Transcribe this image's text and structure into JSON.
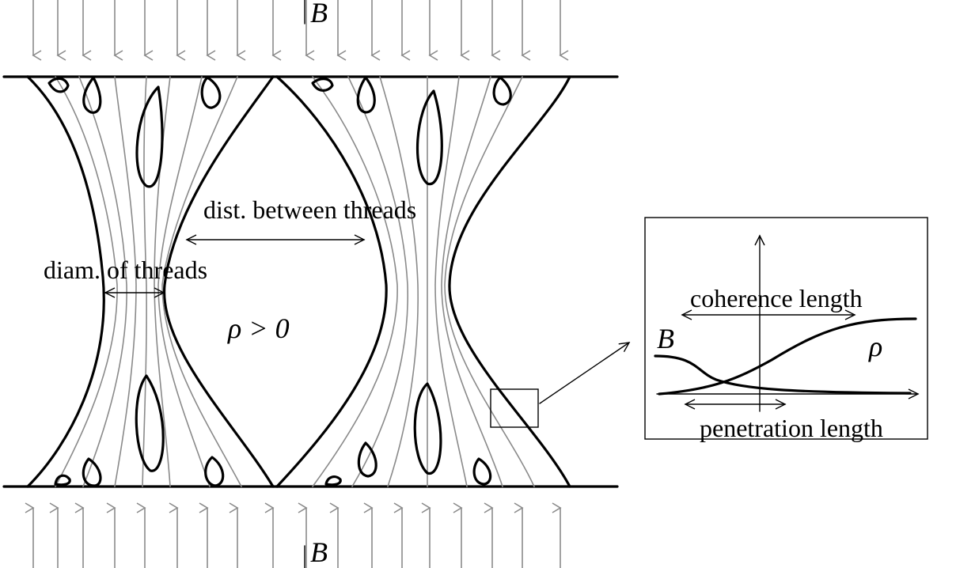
{
  "labels": {
    "b_top": "B",
    "b_bottom": "B",
    "dist_between": "dist. between threads",
    "diam_threads": "diam. of threads",
    "rho_positive": "ρ > 0",
    "coherence": "coherence length",
    "penetration": "penetration length",
    "inset_b": "B",
    "inset_rho": "ρ"
  },
  "colors": {
    "ink": "#000000",
    "field_lines": "#8a8a8a",
    "background": "#ffffff"
  }
}
